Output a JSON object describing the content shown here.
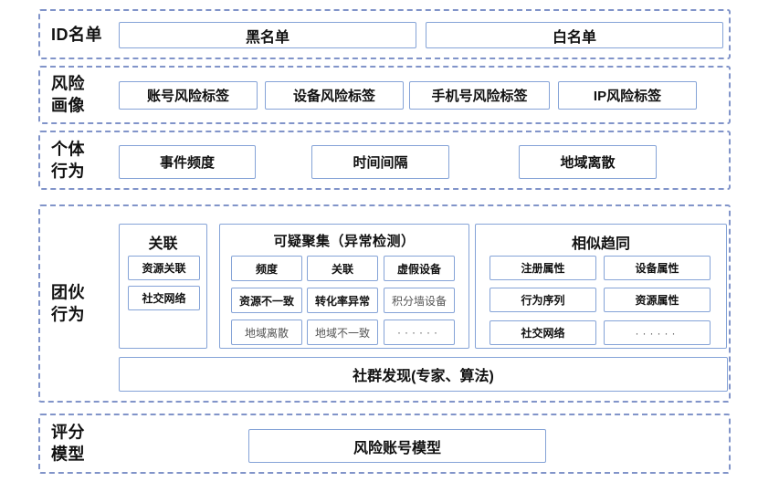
{
  "colors": {
    "dashed_border": "#8194c9",
    "box_border": "#85a3d7",
    "text": "#111111",
    "muted_text": "#555555",
    "background": "#ffffff"
  },
  "sections": {
    "id_list": {
      "label": "ID名单",
      "boxes": [
        "黑名单",
        "白名单"
      ]
    },
    "risk_profile": {
      "label": "风险\n画像",
      "boxes": [
        "账号风险标签",
        "设备风险标签",
        "手机号风险标签",
        "IP风险标签"
      ]
    },
    "individual_behavior": {
      "label": "个体\n行为",
      "boxes": [
        "事件频度",
        "时间间隔",
        "地域离散"
      ]
    },
    "group_behavior": {
      "label": "团伙\n行为",
      "association": {
        "title": "关联",
        "items": [
          "资源关联",
          "社交网络"
        ]
      },
      "cluster": {
        "title": "可疑聚集（异常检测）",
        "items": [
          "频度",
          "关联",
          "虚假设备",
          "资源不一致",
          "转化率异常",
          "积分墙设备",
          "地域离散",
          "地域不一致",
          "······"
        ]
      },
      "similar": {
        "title": "相似趋同",
        "items": [
          "注册属性",
          "设备属性",
          "行为序列",
          "资源属性",
          "社交网络",
          "······"
        ]
      },
      "community": "社群发现(专家、算法)"
    },
    "scoring_model": {
      "label": "评分\n模型",
      "boxes": [
        "风险账号模型"
      ]
    }
  }
}
